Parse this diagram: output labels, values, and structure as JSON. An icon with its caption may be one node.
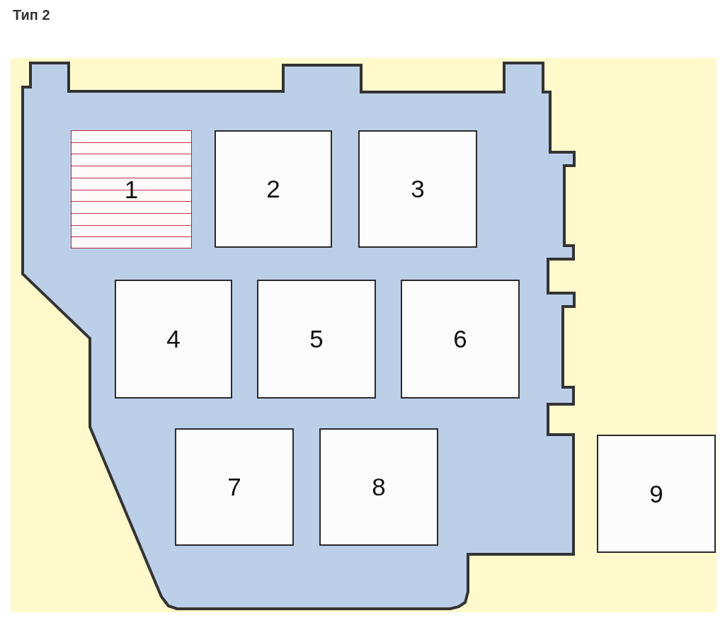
{
  "diagram": {
    "title": "Тип 2",
    "nodes": [
      {
        "text": [],
        "shape": "box"
      },
      {
        "text": [
          "1"
        ],
        "in": 0
      },
      {
        "text": [
          "2"
        ],
        "in": 0
      },
      {
        "text": [
          "3"
        ],
        "in": 0
      },
      {
        "text": [
          "4"
        ],
        "in": 0
      },
      {
        "text": [
          "5"
        ],
        "in": 0
      },
      {
        "text": [
          "6"
        ],
        "in": 0
      },
      {
        "text": [
          "7"
        ],
        "in": 0
      },
      {
        "text": [
          "8"
        ],
        "in": 0
      },
      {
        "text": [
          "9"
        ]
      }
    ]
  }
}
